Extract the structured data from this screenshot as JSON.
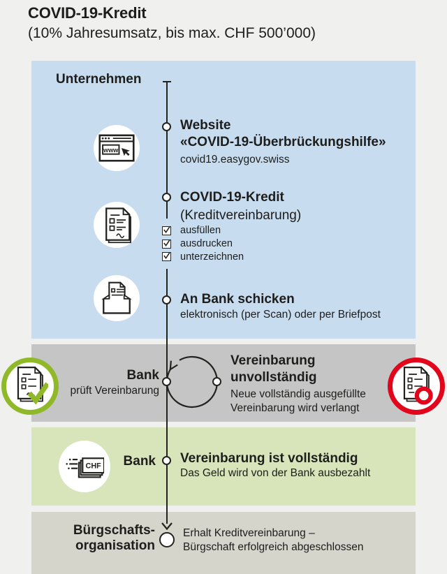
{
  "page": {
    "title": "COVID-19-Kredit",
    "subtitle": "(10% Jahresumsatz, bis max. CHF 500’000)"
  },
  "flow": {
    "unternehmen": {
      "label": "Unternehmen",
      "website": {
        "title_line1": "Website",
        "title_line2": "«COVID-19-Überbrückungshilfe»",
        "url": "covid19.easygov.swiss"
      },
      "kredit": {
        "title": "COVID-19-Kredit",
        "subtitle": "(Kreditvereinbarung)",
        "checklist": [
          "ausfüllen",
          "ausdrucken",
          "unterzeichnen"
        ]
      },
      "senden": {
        "title": "An Bank schicken",
        "subtitle": "elektronisch (per Scan) oder per Briefpost"
      }
    },
    "bank_pruefung": {
      "label": "Bank",
      "sublabel": "prüft Vereinbarung",
      "loop": {
        "title_line1": "Vereinbarung",
        "title_line2": "unvollständig",
        "text_line1": "Neue vollständig ausgefüllte",
        "text_line2": "Vereinbarung wird verlangt"
      }
    },
    "bank_auszahlung": {
      "label": "Bank",
      "title": "Vereinbarung ist vollständig",
      "subtitle": "Das Geld wird von der Bank ausbezahlt"
    },
    "buergschaft": {
      "label_line1": "Bürgschafts-",
      "label_line2": "organisation",
      "text_line1": "Erhalt Kreditvereinbarung –",
      "text_line2": "Bürgschaft erfolgreich abgeschlossen"
    }
  },
  "icons": {
    "www_label": "www",
    "chf_label": "CHF",
    "names": [
      "browser-www-icon",
      "document-form-icon",
      "envelope-send-icon",
      "approved-document-icon",
      "rejected-document-icon",
      "chf-banknotes-icon",
      "loop-arrow-icon"
    ]
  },
  "colors": {
    "page_background": "#f0f0ef",
    "panel_blue": "#c8dcf0",
    "panel_gray": "#c5c5c5",
    "panel_green": "#d8e4ba",
    "panel_beige": "#d5d5cb",
    "text": "#1d1d1b",
    "accent_green": "#8fb928",
    "accent_red": "#e2061c"
  }
}
